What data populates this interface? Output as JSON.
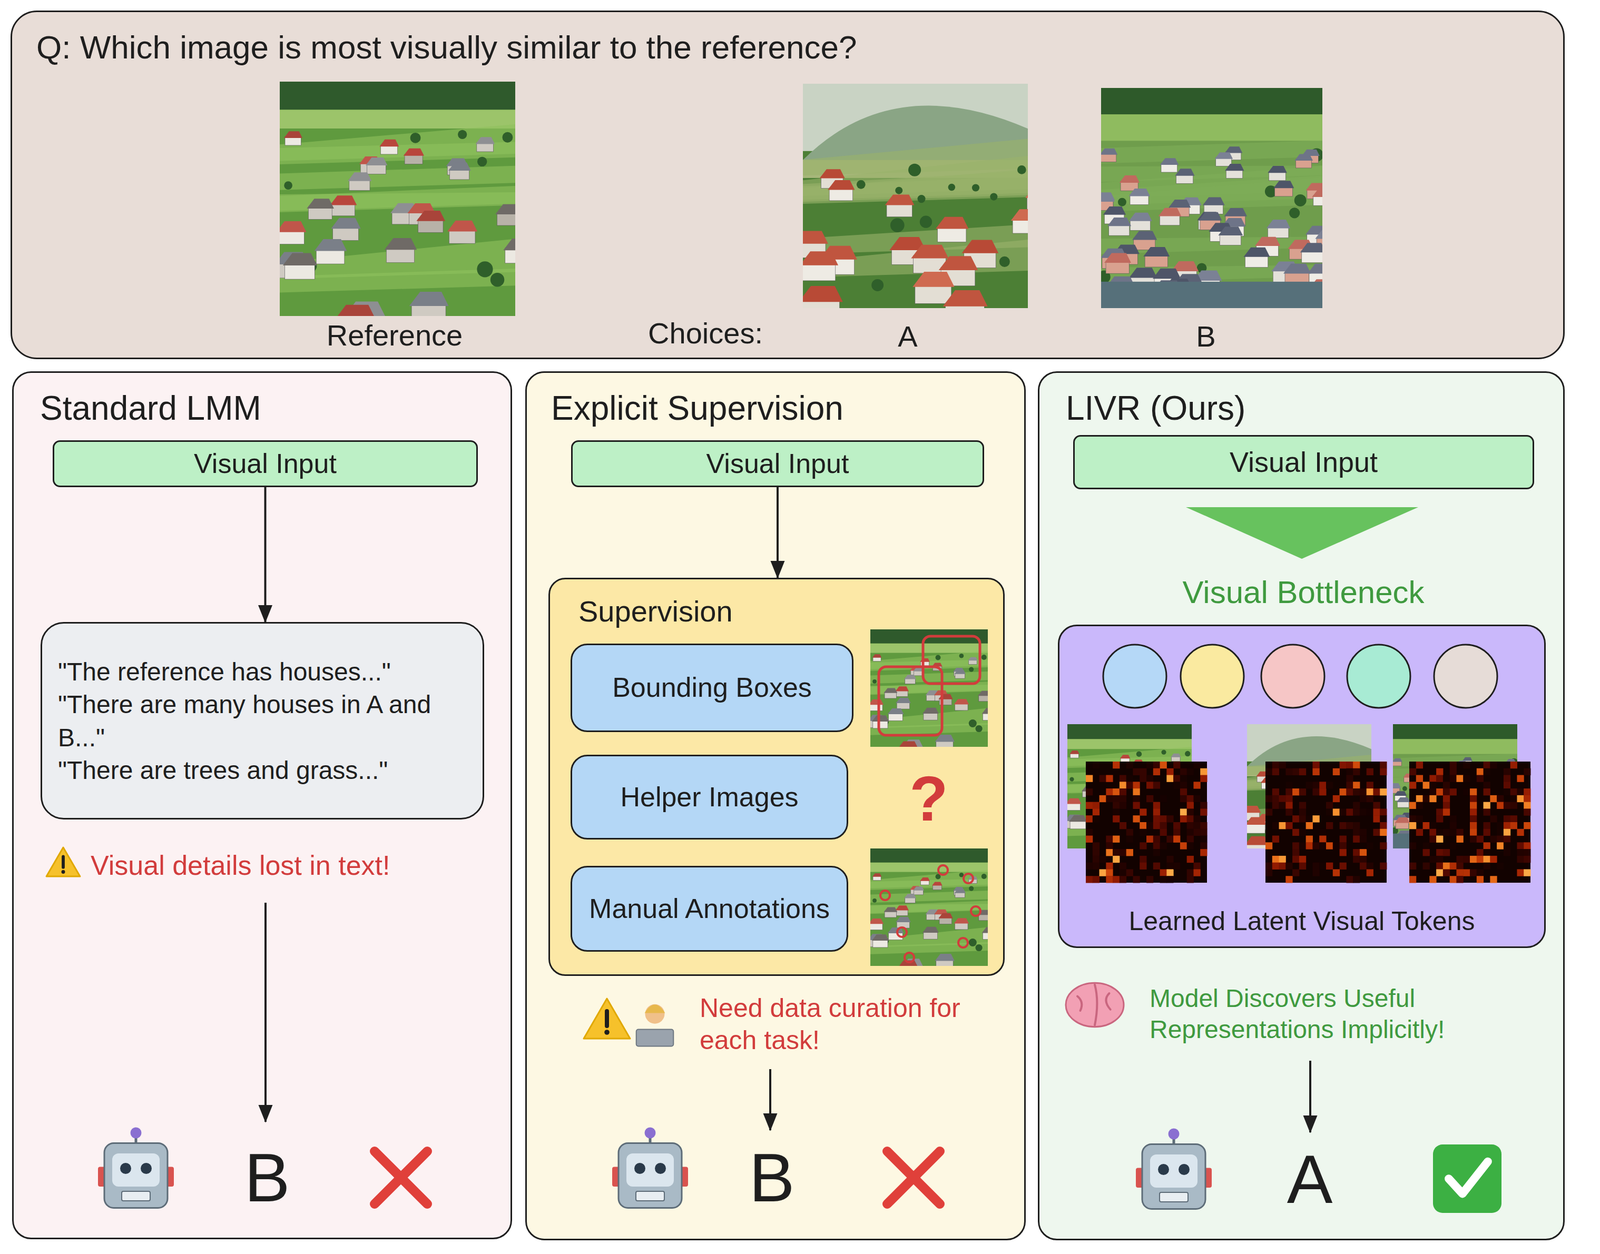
{
  "diagram": {
    "nodes": [
      {
        "text": [
          "Q: Which image is most visually similar to the reference?"
        ]
      },
      {
        "text": [
          "Standard LMM"
        ]
      },
      {
        "text": [
          "Visual Input"
        ],
        "in": 1
      },
      {
        "text": [
          "\"The reference has houses...\"",
          "\"There are many houses in A and B...\"",
          "\"There are trees and grass...\""
        ],
        "in": 1
      },
      {
        "text": [
          "Explicit Supervision"
        ]
      },
      {
        "text": [
          "Visual Input"
        ],
        "in": 4
      },
      {
        "text": [
          "Supervision"
        ],
        "in": 4
      },
      {
        "text": [
          "Bounding Boxes"
        ],
        "in": 6
      },
      {
        "text": [
          "Helper Images"
        ],
        "in": 6
      },
      {
        "text": [
          "Manual Annotations"
        ],
        "in": 6
      },
      {
        "text": [
          "LIVR (Ours)"
        ]
      },
      {
        "text": [
          "Visual Input"
        ],
        "in": 10
      },
      {
        "text": [
          "Learned Latent Visual Tokens"
        ],
        "in": 10
      }
    ],
    "edges": [
      {
        "from": 2,
        "to": 3,
        "arrow": "to"
      },
      {
        "from": 5,
        "to": 6,
        "arrow": "to"
      }
    ],
    "labels": [
      "Reference",
      "Choices:",
      "A",
      "B",
      "Visual details lost in text!",
      "B",
      "?",
      "Need data curation for each task!",
      "B",
      "Visual Bottleneck",
      "Model Discovers Useful Representations Implicitly!",
      "A"
    ]
  }
}
